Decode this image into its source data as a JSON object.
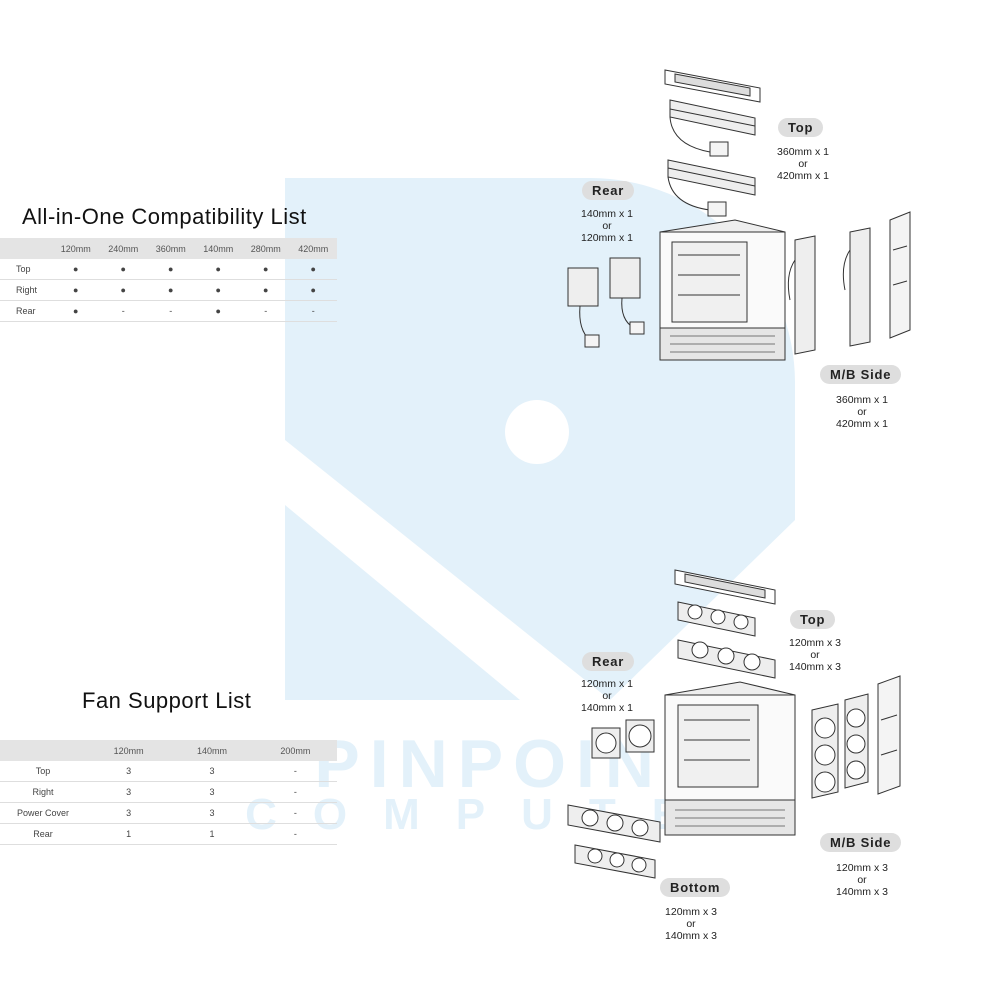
{
  "watermark": {
    "line1": "PINPOINT",
    "line2": "COMPUTER"
  },
  "aio": {
    "title": "All-in-One Compatibility List",
    "columns": [
      "",
      "120mm",
      "240mm",
      "360mm",
      "140mm",
      "280mm",
      "420mm"
    ],
    "rows": [
      {
        "label": "Top",
        "cells": [
          "●",
          "●",
          "●",
          "●",
          "●",
          "●"
        ]
      },
      {
        "label": "Right",
        "cells": [
          "●",
          "●",
          "●",
          "●",
          "●",
          "●"
        ]
      },
      {
        "label": "Rear",
        "cells": [
          "●",
          "-",
          "-",
          "●",
          "-",
          "-"
        ]
      }
    ]
  },
  "fan": {
    "title": "Fan Support List",
    "columns": [
      "",
      "120mm",
      "140mm",
      "200mm"
    ],
    "rows": [
      {
        "label": "Top",
        "cells": [
          "3",
          "3",
          "-"
        ]
      },
      {
        "label": "Right",
        "cells": [
          "3",
          "3",
          "-"
        ]
      },
      {
        "label": "Power Cover",
        "cells": [
          "3",
          "3",
          "-"
        ]
      },
      {
        "label": "Rear",
        "cells": [
          "1",
          "1",
          "-"
        ]
      }
    ]
  },
  "aio_diagram": {
    "top": {
      "label": "Top",
      "lines": [
        "360mm x 1",
        "or",
        "420mm x 1"
      ]
    },
    "rear": {
      "label": "Rear",
      "lines": [
        "140mm x 1",
        "or",
        "120mm x 1"
      ]
    },
    "side": {
      "label": "M/B Side",
      "lines": [
        "360mm x 1",
        "or",
        "420mm x 1"
      ]
    }
  },
  "fan_diagram": {
    "top": {
      "label": "Top",
      "lines": [
        "120mm x 3",
        "or",
        "140mm x 3"
      ]
    },
    "rear": {
      "label": "Rear",
      "lines": [
        "120mm x 1",
        "or",
        "140mm x 1"
      ]
    },
    "side": {
      "label": "M/B Side",
      "lines": [
        "120mm x 3",
        "or",
        "140mm x 3"
      ]
    },
    "bottom": {
      "label": "Bottom",
      "lines": [
        "120mm x 3",
        "or",
        "140mm x 3"
      ]
    }
  }
}
